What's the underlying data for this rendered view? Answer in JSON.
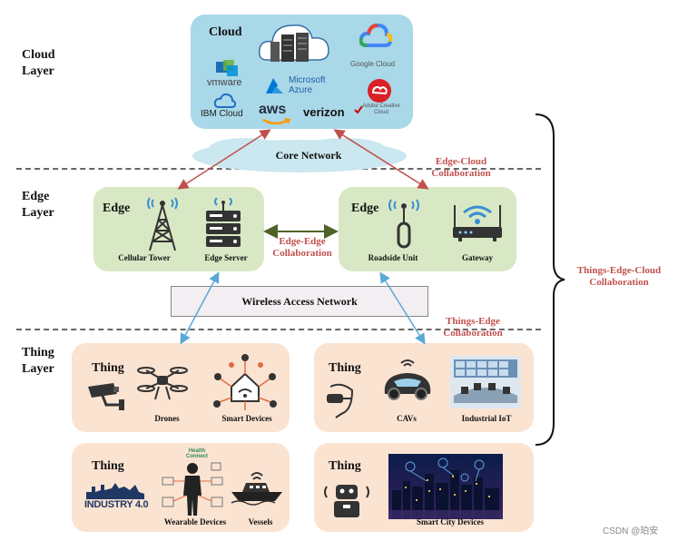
{
  "layers": {
    "cloud": "Cloud Layer",
    "edge": "Edge Layer",
    "thing": "Thing Layer"
  },
  "cloud": {
    "title": "Cloud",
    "providers": [
      "vmware",
      "Microsoft Azure",
      "Google Cloud",
      "IBM Cloud",
      "aws",
      "verizon",
      "Adobe Creative Cloud"
    ],
    "network": "Core Network"
  },
  "edge": {
    "left": {
      "title": "Edge",
      "items": [
        "Cellular Tower",
        "Edge Server"
      ]
    },
    "right": {
      "title": "Edge",
      "items": [
        "Roadside Unit",
        "Gateway"
      ]
    },
    "edge_edge": "Edge-Edge Collaboration",
    "edge_cloud": "Edge-Cloud Collaboration",
    "wireless": "Wireless Access Network"
  },
  "things": {
    "box1": {
      "title": "Thing",
      "items": [
        "Drones",
        "Smart Devices"
      ]
    },
    "box2": {
      "title": "Thing",
      "items": [
        "CAVs",
        "Industrial IoT"
      ]
    },
    "box3": {
      "title": "Thing",
      "items": [
        "Wearable Devices",
        "Vessels"
      ],
      "industry": "INDUSTRY 4.0",
      "health": "Health Connect"
    },
    "box4": {
      "title": "Thing",
      "items": [
        "Smart City Devices"
      ]
    },
    "things_edge": "Things-Edge Collaboration",
    "tec": "Things-Edge-Cloud Collaboration"
  },
  "watermark": "CSDN @珀安",
  "colors": {
    "cloud": "#a9d8e8",
    "edge": "#d9e8c4",
    "thing": "#fbe3d2",
    "red_arrow": "#c0504d",
    "green_arrow": "#4f6228",
    "blue_arrow": "#5aa9d6"
  }
}
